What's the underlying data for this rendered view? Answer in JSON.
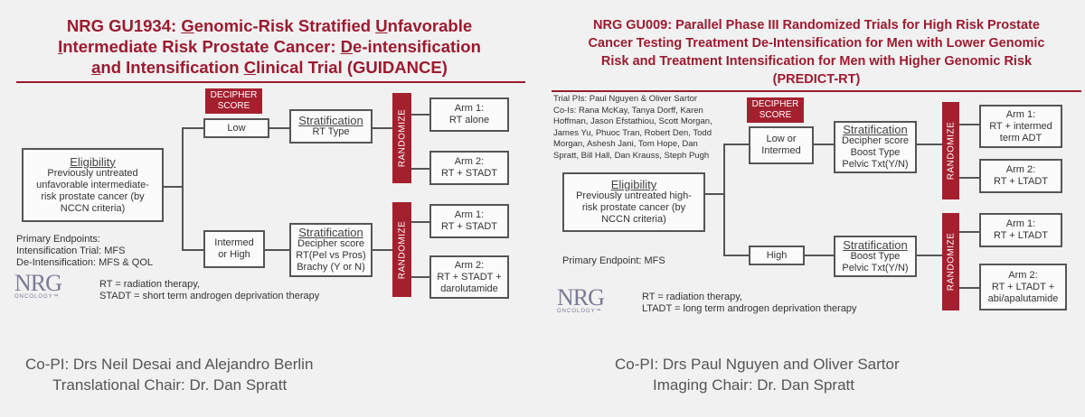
{
  "left": {
    "title_parts": [
      {
        "t": "NRG GU1934: ",
        "u": false
      },
      {
        "t": "G",
        "u": true
      },
      {
        "t": "enomic-Risk Stratified ",
        "u": false
      },
      {
        "t": "U",
        "u": true
      },
      {
        "t": "nfavorable",
        "u": false
      },
      {
        "t": "\n",
        "u": false
      },
      {
        "t": "I",
        "u": true
      },
      {
        "t": "ntermediate Risk Prostate Cancer: ",
        "u": false
      },
      {
        "t": "D",
        "u": true
      },
      {
        "t": "e-intensification",
        "u": false
      },
      {
        "t": "\n",
        "u": false
      },
      {
        "t": "a",
        "u": true
      },
      {
        "t": "nd Intensification ",
        "u": false
      },
      {
        "t": "C",
        "u": true
      },
      {
        "t": "linical Trial (",
        "u": false
      },
      {
        "t": "GUIDANCE",
        "u": false
      },
      {
        "t": ")",
        "u": false
      }
    ],
    "decipher": "DECIPHER\nSCORE",
    "eligibility_head": "Eligibility",
    "eligibility_body": "Previously untreated\nunfavorable intermediate-\nrisk prostate cancer (by\nNCCN criteria)",
    "low": "Low",
    "intermed_high": "Intermed\nor High",
    "strat1_head": "Stratification",
    "strat1_body": "RT Type",
    "strat2_head": "Stratification",
    "strat2_body": "Decipher score\nRT(Pel vs Pros)\nBrachy (Y or N)",
    "randomize": "RANDOMIZE",
    "arm1": "Arm 1:\nRT alone",
    "arm2": "Arm 2:\nRT + STADT",
    "arm3": "Arm 1:\nRT + STADT",
    "arm4": "Arm 2:\nRT + STADT +\ndarolutamide",
    "endpoints": "Primary Endpoints:\nIntensification Trial: MFS\nDe-Intensification: MFS & QOL",
    "logo_big": "NRG",
    "logo_small": "ONCOLOGY™",
    "legend": "RT = radiation therapy,\nSTADT = short term androgen deprivation therapy",
    "credit1": "Co-PI:  Drs Neil Desai and Alejandro Berlin",
    "credit2": "Translational Chair: Dr. Dan Spratt"
  },
  "right": {
    "title": "NRG GU009: Parallel Phase III Randomized Trials for High Risk Prostate\nCancer Testing Treatment De-Intensification for Men with Lower Genomic\nRisk and Treatment Intensification for Men with Higher Genomic Risk\n(PREDICT-RT)",
    "pis": "Trial PIs: Paul Nguyen & Oliver Sartor\nCo-Is: Rana McKay, Tanya Dorff, Karen\nHoffman, Jason Efstathiou, Scott Morgan,\nJames Yu, Phuoc Tran, Robert Den, Todd\nMorgan, Ashesh Jani, Tom Hope, Dan\nSpratt, Bill Hall, Dan Krauss, Steph Pugh",
    "decipher": "DECIPHER\nSCORE",
    "eligibility_head": "Eligibility",
    "eligibility_body": "Previously untreated high-\nrisk prostate cancer (by\nNCCN criteria)",
    "low_intermed": "Low or\nIntermed",
    "high": "High",
    "strat1_head": "Stratification",
    "strat1_body": "Decipher score\nBoost Type\nPelvic Txt(Y/N)",
    "strat2_head": "Stratification",
    "strat2_body": "Boost Type\nPelvic Txt(Y/N)",
    "randomize": "RANDOMIZE",
    "arm1": "Arm 1:\nRT + intermed\nterm ADT",
    "arm2": "Arm 2:\nRT + LTADT",
    "arm3": "Arm 1:\nRT + LTADT",
    "arm4": "Arm 2:\nRT + LTADT +\nabi/apalutamide",
    "endpoint": "Primary Endpoint: MFS",
    "logo_big": "NRG",
    "logo_small": "ONCOLOGY™",
    "legend": "RT = radiation therapy,\nLTADT = long term androgen deprivation therapy",
    "credit1": "Co-PI:  Drs Paul Nguyen and Oliver Sartor",
    "credit2": "Imaging Chair: Dr. Dan Spratt"
  }
}
